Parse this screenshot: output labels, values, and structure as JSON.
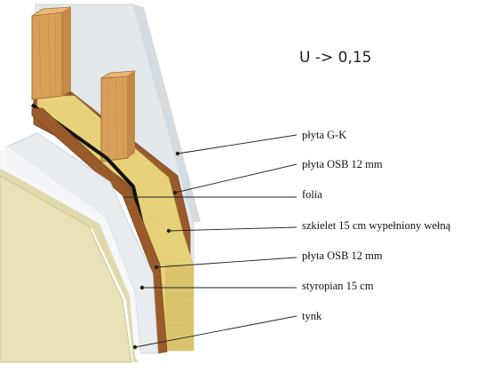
{
  "title": "U -> 0,15",
  "layers": [
    {
      "id": "plyta-gk",
      "label": "płyta G-K"
    },
    {
      "id": "osb-outer",
      "label": "płyta OSB 12 mm"
    },
    {
      "id": "folia",
      "label": "folia"
    },
    {
      "id": "szkielet",
      "label": "szkielet 15 cm wypełniony wełną"
    },
    {
      "id": "osb-inner",
      "label": "płyta OSB 12 mm"
    },
    {
      "id": "styropian",
      "label": "styropian 15 cm"
    },
    {
      "id": "tynk",
      "label": "tynk"
    }
  ],
  "colors": {
    "plaster": "#e9e2b8",
    "styrofoam": "#e8ecef",
    "osb": "#9a5b2c",
    "wool": "#e7d27a",
    "studs": "#d9a05c",
    "drywall": "#dfe6ea",
    "foil": "#111111",
    "leader": "#222222"
  }
}
